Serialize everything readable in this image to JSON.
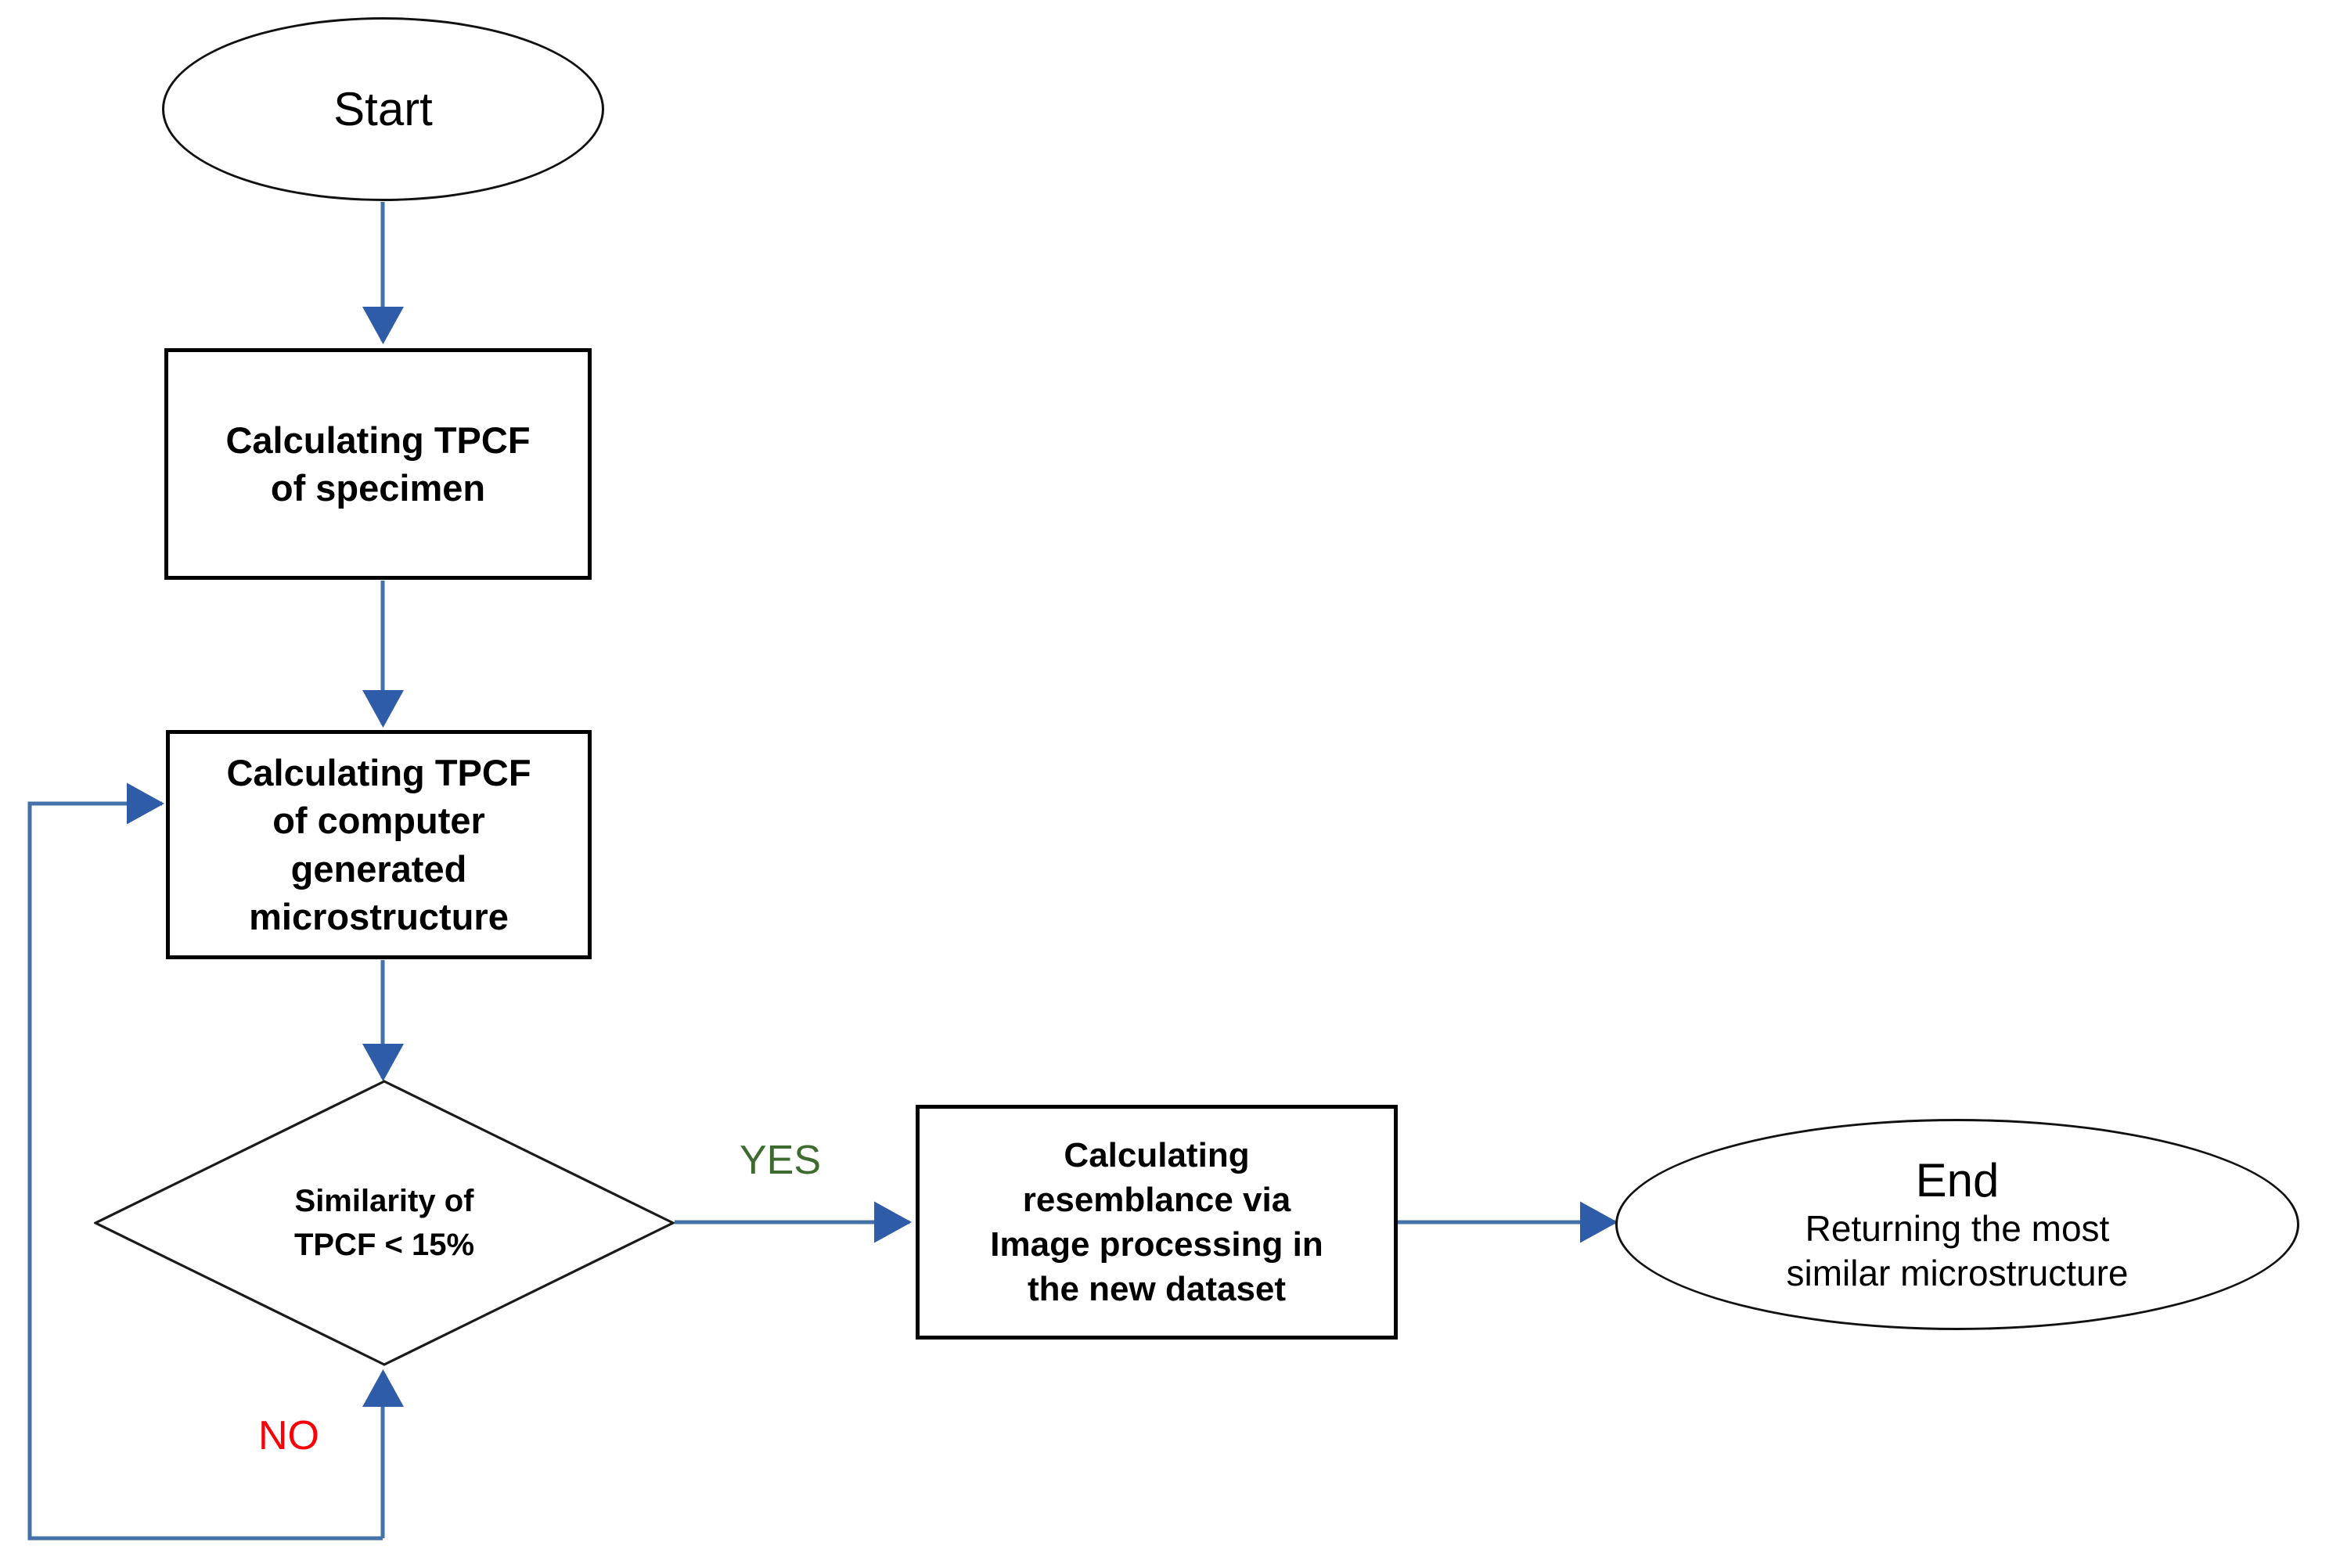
{
  "diagram": {
    "title": "TPCF-based microstructure matching flowchart",
    "type": "flowchart",
    "background_color": "#ffffff",
    "node_border_color": "#000000",
    "connector_color": "#4472a8",
    "arrowhead_color": "#2f5ca8"
  },
  "nodes": {
    "start": {
      "shape": "ellipse",
      "label": "Start"
    },
    "process_specimen": {
      "shape": "rectangle",
      "label": "Calculating TPCF\nof specimen"
    },
    "process_generated": {
      "shape": "rectangle",
      "label": "Calculating TPCF\nof computer\ngenerated\nmicrostructure"
    },
    "decision_similarity": {
      "shape": "diamond",
      "label": "Similarity of\nTPCF < 15%"
    },
    "process_resemblance": {
      "shape": "rectangle",
      "label": "Calculating\nresemblance via\nImage processing in\nthe new dataset"
    },
    "end": {
      "shape": "ellipse",
      "title": "End",
      "subtitle": "Returning the most\nsimilar microstructure"
    }
  },
  "edges": {
    "yes_label": "YES",
    "no_label": "NO",
    "yes_color": "#3d6b30",
    "no_color": "#fb0007"
  }
}
